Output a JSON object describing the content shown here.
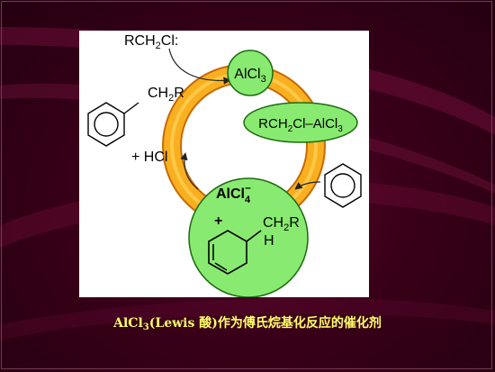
{
  "slide": {
    "caption_prefix": "AlCl",
    "caption_sub": "3",
    "caption_rest": "(Lewis 酸)作为傅氏烷基化反应的催化剂"
  },
  "diagram": {
    "reactant_top": {
      "main": "RCH",
      "sub": "2",
      "tail": "Cl:"
    },
    "catalyst": {
      "main": "AlCl",
      "sub": "3"
    },
    "complex": {
      "a": "RCH",
      "a_sub": "2",
      "b": "Cl–AlCl",
      "b_sub": "3"
    },
    "product_substituent": {
      "main": "CH",
      "sub": "2",
      "tail": "R"
    },
    "byproduct": "+ HCl",
    "anion": {
      "main": "AlCl",
      "sub": "4",
      "sup": "–"
    },
    "intermediate": {
      "plus": "+",
      "sub_a": "CH",
      "sub_a_sub": "2",
      "sub_a_tail": "R",
      "sub_b": "H"
    }
  }
}
